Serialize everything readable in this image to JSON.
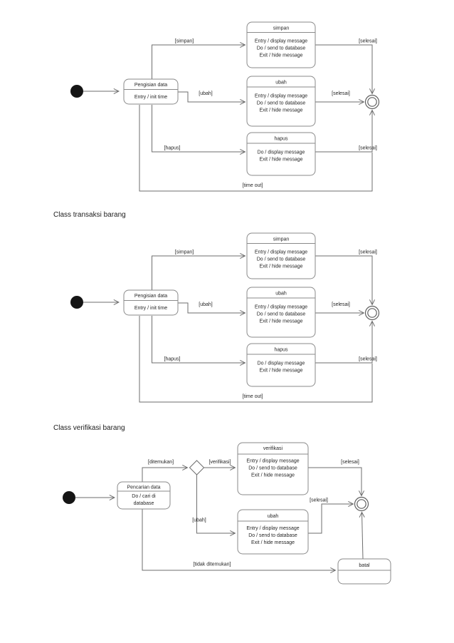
{
  "diagrams": [
    {
      "kind": "statechart",
      "source": {
        "title": "Pengisian data",
        "actions": [
          "Entry / init time"
        ]
      },
      "states": {
        "simpan": {
          "title": "simpan",
          "actions": [
            "Entry / display message",
            "Do / send to database",
            "Exit / hide message"
          ]
        },
        "ubah": {
          "title": "ubah",
          "actions": [
            "Entry / display message",
            "Do / send to database",
            "Exit / hide message"
          ]
        },
        "hapus": {
          "title": "hapus",
          "actions": [
            "Do / display message",
            "Exit / hide message"
          ]
        }
      },
      "labels": {
        "simpan": "[simpan]",
        "ubah": "[ubah]",
        "hapus": "[hapus]",
        "selesai_top": "[selesai]",
        "selesai_mid": "[selesai]",
        "selesai_bottom": "[selesai]",
        "timeout": "[time out]"
      }
    },
    {
      "kind": "statechart",
      "section_title": "Class transaksi barang",
      "source": {
        "title": "Pengisian data",
        "actions": [
          "Entry / init time"
        ]
      },
      "states": {
        "simpan": {
          "title": "simpan",
          "actions": [
            "Entry / display message",
            "Do / send to database",
            "Exit / hide message"
          ]
        },
        "ubah": {
          "title": "ubah",
          "actions": [
            "Entry / display message",
            "Do / send to database",
            "Exit / hide message"
          ]
        },
        "hapus": {
          "title": "hapus",
          "actions": [
            "Do / display message",
            "Exit / hide message"
          ]
        }
      },
      "labels": {
        "simpan": "[simpan]",
        "ubah": "[ubah]",
        "hapus": "[hapus]",
        "selesai_top": "[selesai]",
        "selesai_mid": "[selesai]",
        "selesai_bottom": "[selesai]",
        "timeout": "[time out]"
      }
    },
    {
      "kind": "statechart",
      "section_title": "Class verifikasi barang",
      "source": {
        "title": "Pencarian data",
        "actions": [
          "Do / cari di",
          "database"
        ]
      },
      "states": {
        "verifikasi": {
          "title": "verifikasi",
          "actions": [
            "Entry / display message",
            "Do / send to database",
            "Exit / hide message"
          ]
        },
        "ubah": {
          "title": "ubah",
          "actions": [
            "Entry / display message",
            "Do / send to database",
            "Exit / hide message"
          ]
        },
        "batal": {
          "title": "batal",
          "actions": []
        }
      },
      "labels": {
        "ditemukan": "[ditemukan]",
        "verifikasi": "[verifikasi]",
        "ubah": "[ubah]",
        "selesai_top": "[selesai]",
        "selesai_mid": "[selesai]",
        "tidak_ditemukan": "[tidak ditemukan]"
      }
    }
  ],
  "colors": {
    "line": "#6e6e6e",
    "box_border": "#8a8a8a",
    "text": "#262626",
    "background": "#ffffff"
  }
}
